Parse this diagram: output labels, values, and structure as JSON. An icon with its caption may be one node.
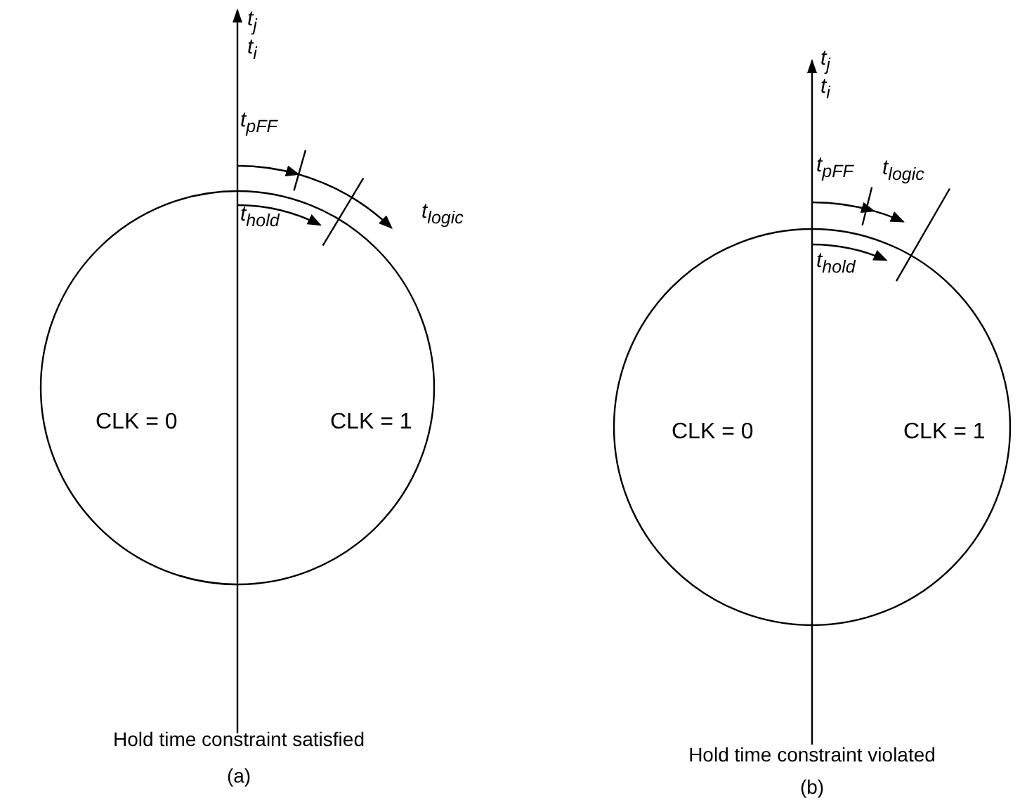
{
  "diagram": {
    "labels": [
      "t$_{j}$",
      "t$_{i}$",
      "t$_{pFF}$",
      "t$_{hold}$",
      "t$_{logic}$",
      "CLK = 0",
      "CLK = 1",
      "Hold time constraint satisfied",
      "(a)",
      "t$_{j}$",
      "t$_{i}$",
      "t$_{pFF}$",
      "t$_{logic}$",
      "t$_{hold}$",
      "CLK = 0",
      "CLK = 1",
      "Hold time constraint violated",
      "(b)"
    ]
  }
}
